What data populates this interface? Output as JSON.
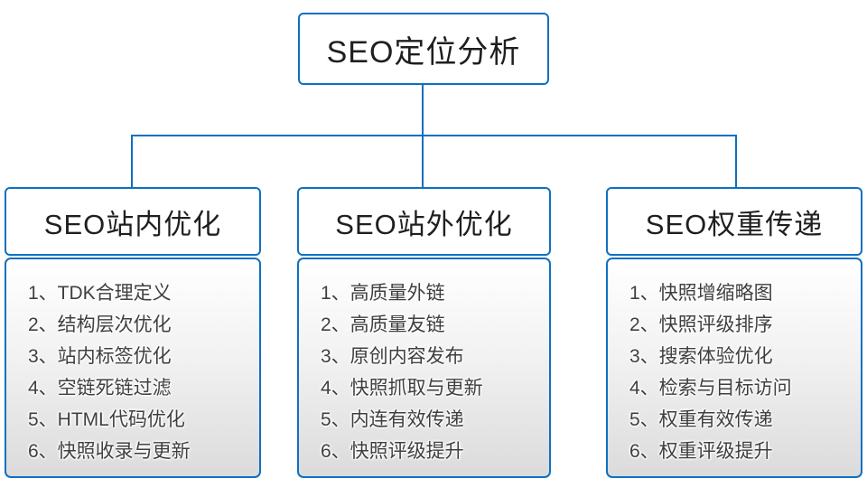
{
  "diagram": {
    "type": "hierarchy",
    "accent_color": "#0F70C0",
    "list_text_color": "#3F3F3F",
    "list_gradient": [
      "#FFFFFF",
      "#DBDBDB"
    ],
    "root": {
      "title": "SEO定位分析"
    },
    "columns": [
      {
        "title": "SEO站内优化",
        "items": [
          "1、TDK合理定义",
          "2、结构层次优化",
          "3、站内标签优化",
          "4、空链死链过滤",
          "5、HTML代码优化",
          "6、快照收录与更新"
        ]
      },
      {
        "title": "SEO站外优化",
        "items": [
          "1、高质量外链",
          "2、高质量友链",
          "3、原创内容发布",
          "4、快照抓取与更新",
          "5、内连有效传递",
          "6、快照评级提升"
        ]
      },
      {
        "title": "SEO权重传递",
        "items": [
          "1、快照增缩略图",
          "2、快照评级排序",
          "3、搜索体验优化",
          "4、检索与目标访问",
          "5、权重有效传递",
          "6、权重评级提升"
        ]
      }
    ]
  }
}
